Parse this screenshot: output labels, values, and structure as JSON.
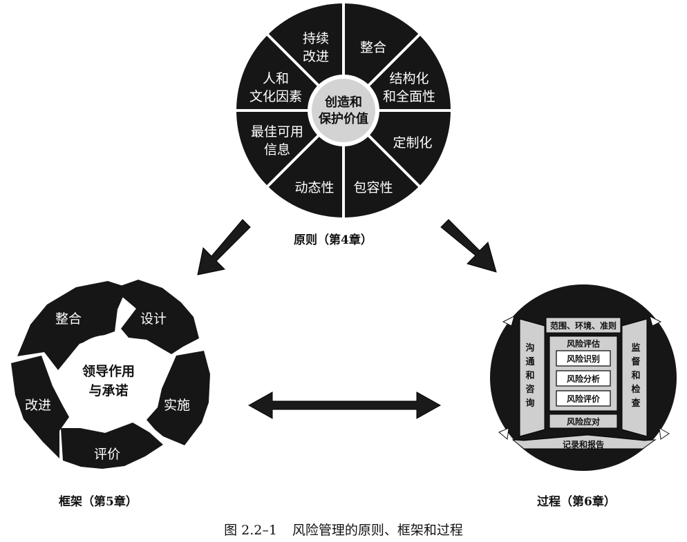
{
  "principles": {
    "center": [
      "创造和",
      "保护价值"
    ],
    "segments": [
      [
        "整合"
      ],
      [
        "结构化",
        "和全面性"
      ],
      [
        "定制化"
      ],
      [
        "包容性"
      ],
      [
        "动态性"
      ],
      [
        "最佳可用",
        "信息"
      ],
      [
        "人和",
        "文化因素"
      ],
      [
        "持续",
        "改进"
      ]
    ],
    "caption": "原则（第4章）"
  },
  "framework": {
    "center": [
      "领导作用",
      "与承诺"
    ],
    "segments": [
      "设计",
      "实施",
      "评价",
      "改进",
      "整合"
    ],
    "caption": "框架（第5章）"
  },
  "process": {
    "scope": "范围、环境、准则",
    "left_label": [
      "沟",
      "通",
      "和",
      "咨",
      "询"
    ],
    "right_label": [
      "监",
      "督",
      "和",
      "检",
      "查"
    ],
    "assessment_title": "风险评估",
    "assessment_steps": [
      "风险识别",
      "风险分析",
      "风险评价"
    ],
    "treatment": "风险应对",
    "recording": "记录和报告",
    "caption": "过程（第6章）"
  },
  "figure_caption": {
    "number": "图 2.2–1",
    "title": "风险管理的原则、框架和过程"
  },
  "colors": {
    "ink": "#111111",
    "segment_fill": "#161616",
    "hub_fill": "#d3d3d3",
    "panel_fill": "#cfcfcf",
    "white": "#ffffff"
  }
}
